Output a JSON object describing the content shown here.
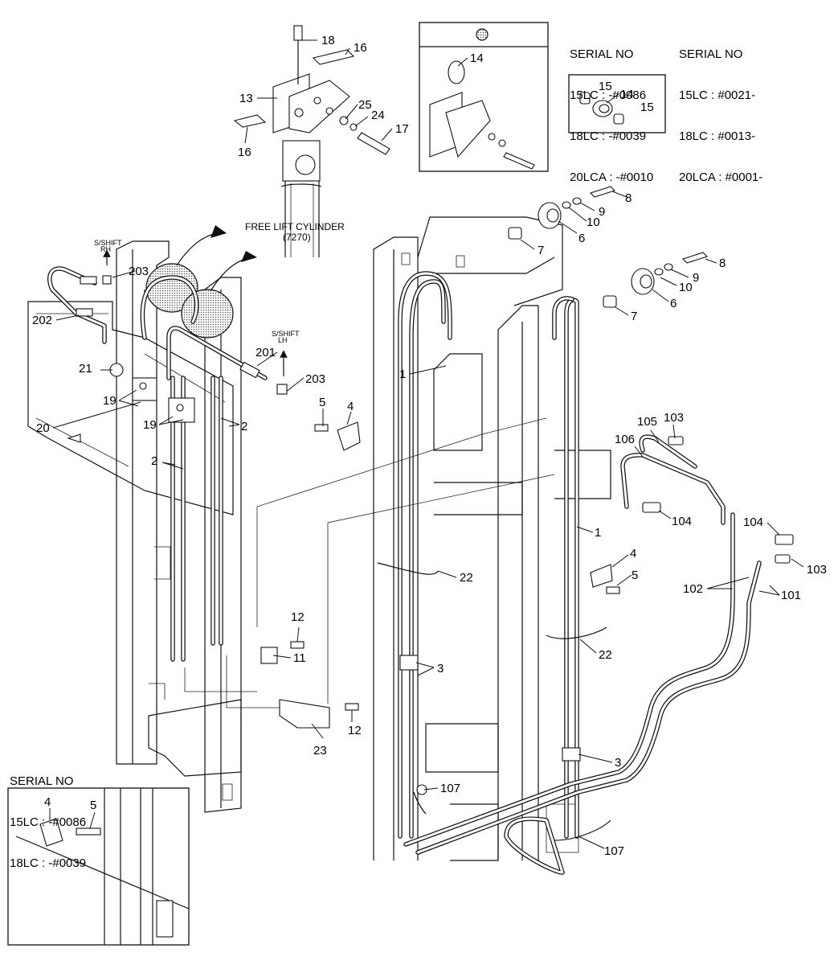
{
  "serial_boxes": {
    "top_left": {
      "title": "SERIAL NO",
      "lines": [
        "15LC : -#0086",
        "18LC : -#0039",
        "20LCA : -#0010"
      ]
    },
    "top_right": {
      "title": "SERIAL NO",
      "lines": [
        "15LC : #0021-",
        "18LC : #0013-",
        "20LCA : #0001-"
      ]
    },
    "bottom_left": {
      "title": "SERIAL NO",
      "lines": [
        "15LC : -#0086",
        "18LC : -#0039"
      ]
    }
  },
  "annotations": {
    "free_lift_cylinder": "FREE LIFT CYLINDER",
    "free_lift_cylinder_ref": "(7270)",
    "s_shift_rh": "S/SHIFT",
    "s_shift_rh_sub": "RH",
    "s_shift_lh": "S/SHIFT",
    "s_shift_lh_sub": "LH"
  },
  "part_labels": {
    "p18": "18",
    "p16a": "16",
    "p13": "13",
    "p25": "25",
    "p24": "24",
    "p17": "17",
    "p16b": "16",
    "p14a": "14",
    "p15a": "15",
    "p14b": "14",
    "p15b": "15",
    "p8a": "8",
    "p9a": "9",
    "p10a": "10",
    "p6a": "6",
    "p7a": "7",
    "p8b": "8",
    "p9b": "9",
    "p10b": "10",
    "p6b": "6",
    "p7b": "7",
    "p203a": "203",
    "p202": "202",
    "p201": "201",
    "p203b": "203",
    "p21": "21",
    "p19a": "19",
    "p19b": "19",
    "p20": "20",
    "p2a": "2",
    "p2b": "2",
    "p5a": "5",
    "p4a": "4",
    "p1a": "1",
    "p105": "105",
    "p103a": "103",
    "p106": "106",
    "p104a": "104",
    "p1b": "1",
    "p4b": "4",
    "p5b": "5",
    "p104b": "104",
    "p103b": "103",
    "p102": "102",
    "p101": "101",
    "p22a": "22",
    "p22b": "22",
    "p12a": "12",
    "p11": "11",
    "p12b": "12",
    "p23": "23",
    "p3a": "3",
    "p3b": "3",
    "p107a": "107",
    "p107b": "107",
    "p4c": "4",
    "p5c": "5"
  }
}
